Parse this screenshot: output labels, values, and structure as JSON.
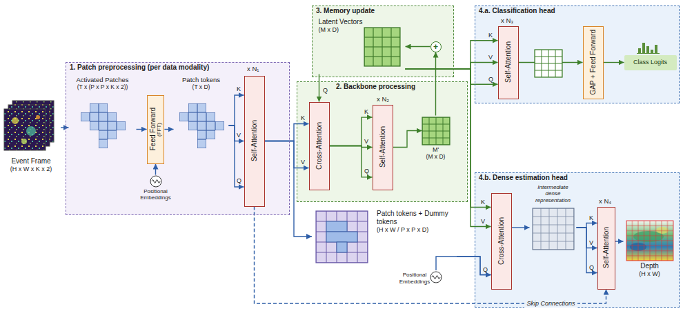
{
  "diagram": {
    "nodes": [
      {
        "text": [
          "Event Frame",
          "(H x W x K x 2)"
        ]
      },
      {
        "text": [
          "1. Patch preprocessing (per data modality)"
        ]
      },
      {
        "text": [
          "Activated Patches",
          "(T x (P x P x K x 2))"
        ],
        "in": 1
      },
      {
        "text": [
          "Feed Forward",
          "(FFT)"
        ],
        "in": 1
      },
      {
        "text": [
          "Positional Embeddings"
        ],
        "in": 1
      },
      {
        "text": [
          "Patch tokens",
          "(T x D)"
        ],
        "in": 1
      },
      {
        "text": [
          "Self-Attention"
        ],
        "in": 1
      },
      {
        "text": [
          "3. Memory update"
        ]
      },
      {
        "text": [
          "Latent Vectors",
          "(M x D)"
        ],
        "in": 7
      },
      {
        "text": [
          "+"
        ],
        "in": 7
      },
      {
        "text": [
          "2. Backbone processing"
        ]
      },
      {
        "text": [
          "Cross-Attention"
        ],
        "in": 10
      },
      {
        "text": [
          "Self-Attention"
        ],
        "in": 10
      },
      {
        "text": [
          "M'",
          "(M x D)"
        ],
        "in": 10
      },
      {
        "text": [
          "Patch tokens + Dummy tokens",
          "(H x W / P x P x D)"
        ]
      },
      {
        "text": [
          "Positional Embeddings"
        ]
      },
      {
        "text": [
          "4.a. Classification head"
        ]
      },
      {
        "text": [
          "Self-Attention"
        ],
        "in": 16
      },
      {
        "text": [
          "GAP + Feed Forward"
        ],
        "in": 16
      },
      {
        "text": [
          "Class Logits"
        ],
        "in": 16
      },
      {
        "text": [
          "4.b. Dense estimation head"
        ]
      },
      {
        "text": [
          "Cross-Attention"
        ],
        "in": 20
      },
      {
        "text": [
          "Intermediate dense representation"
        ],
        "in": 20
      },
      {
        "text": [
          "Self-Attention"
        ],
        "in": 20
      },
      {
        "text": [
          "Depth",
          "(H x W)"
        ],
        "in": 20
      }
    ],
    "edges": [
      {
        "from": 0,
        "to": 2,
        "arrow": "to"
      },
      {
        "from": 2,
        "to": 3,
        "arrow": "to"
      },
      {
        "from": 4,
        "to": 3,
        "arrow": "to"
      },
      {
        "from": 3,
        "to": 5,
        "arrow": "to"
      },
      {
        "from": 5,
        "to": 6,
        "arrow": "to"
      },
      {
        "from": 6,
        "to": 11,
        "arrow": "to"
      },
      {
        "from": 6,
        "to": 14,
        "arrow": "to"
      },
      {
        "from": 8,
        "to": 11,
        "arrow": "to"
      },
      {
        "from": 11,
        "to": 12,
        "arrow": "to"
      },
      {
        "from": 12,
        "to": 13,
        "arrow": "to"
      },
      {
        "from": 13,
        "to": 9,
        "arrow": "to"
      },
      {
        "from": 9,
        "to": 8,
        "arrow": "to"
      },
      {
        "from": 8,
        "to": 17,
        "arrow": "to"
      },
      {
        "from": 8,
        "to": 21,
        "arrow": "to"
      },
      {
        "from": 17,
        "to": 18,
        "arrow": "to"
      },
      {
        "from": 18,
        "to": 19,
        "arrow": "to"
      },
      {
        "from": 14,
        "to": 21,
        "arrow": "to"
      },
      {
        "from": 15,
        "to": 21,
        "arrow": "to"
      },
      {
        "from": 21,
        "to": 22,
        "arrow": "to"
      },
      {
        "from": 22,
        "to": 23,
        "arrow": "to"
      },
      {
        "from": 23,
        "to": 24,
        "arrow": "to"
      },
      {
        "from": 6,
        "to": 23,
        "label": "Skip Connections",
        "arrow": "to"
      }
    ],
    "labels": [
      "x N₁",
      "K",
      "V",
      "Q",
      "Q",
      "K",
      "V",
      "x N₂",
      "K",
      "V",
      "Q",
      "x N₃",
      "K",
      "V",
      "Q",
      "K",
      "V",
      "Q",
      "x N₄",
      "K",
      "V",
      "Q"
    ]
  }
}
